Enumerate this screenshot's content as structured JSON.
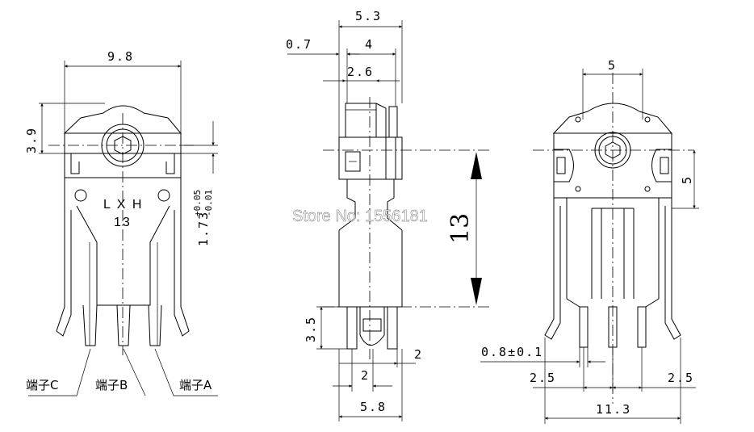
{
  "front_view": {
    "dim_width": "9.8",
    "dim_height": "3.9",
    "dim_shaft_offset": "1.73",
    "dim_tol_plus": "+0.05",
    "dim_tol_minus": "-0.01",
    "marking_line1": "L X H",
    "marking_line2": "13",
    "terminals": [
      "端子C",
      "端子B",
      "端子A"
    ]
  },
  "side_view": {
    "dim_total": "5.3",
    "dim_offset": "0.7",
    "dim_inner": "4",
    "dim_slot": "2.6",
    "dim_height": "13",
    "dim_lower": "3.5",
    "dim_pin_a": "2",
    "dim_pin_b": "2",
    "dim_base": "5.8"
  },
  "back_view": {
    "dim_top": "5",
    "dim_right": "5",
    "dim_pin": "0.8±0.1",
    "dim_left_pitch": "2.5",
    "dim_right_pitch": "2.5",
    "dim_total": "11.3"
  },
  "watermark": "Store No: 1556181"
}
